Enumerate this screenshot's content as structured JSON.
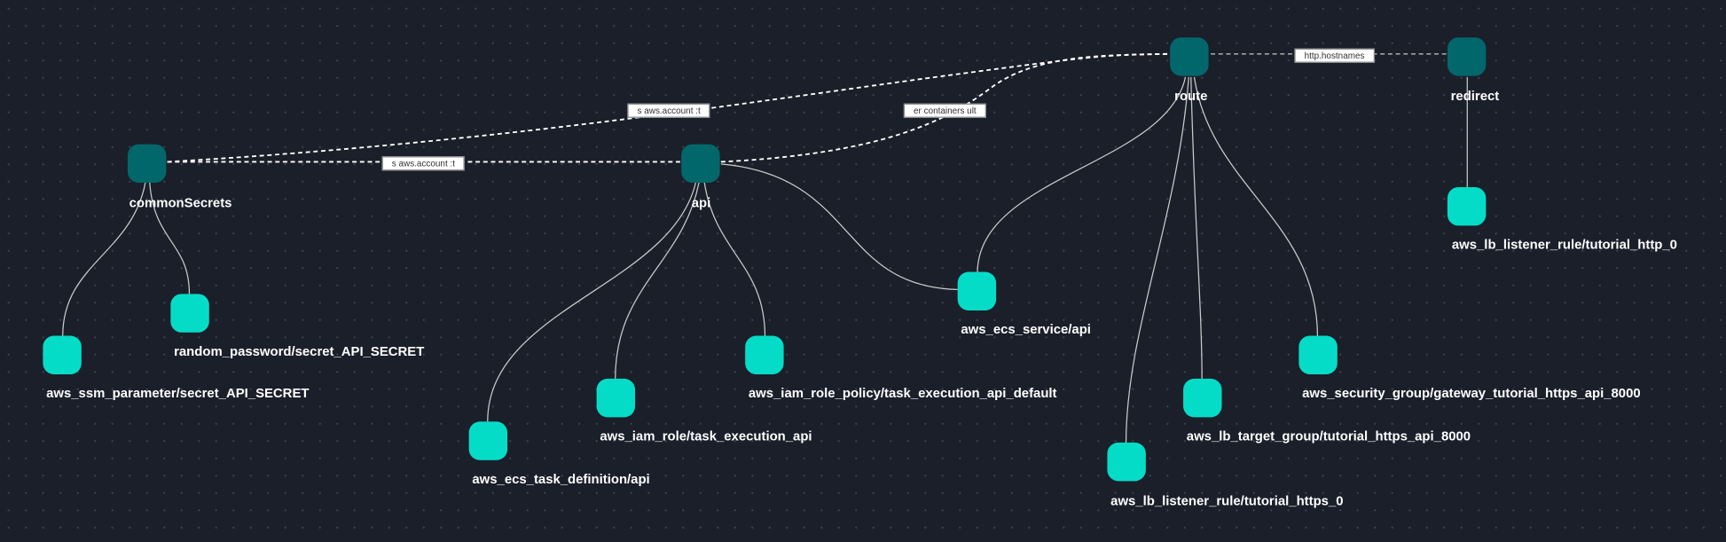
{
  "nodes": {
    "commonSecrets": "commonSecrets",
    "api": "api",
    "route": "route",
    "redirect": "redirect",
    "listener_http": "aws_lb_listener_rule/tutorial_http_0",
    "random_password": "random_password/secret_API_SECRET",
    "ssm_parameter": "aws_ssm_parameter/secret_API_SECRET",
    "task_definition": "aws_ecs_task_definition/api",
    "iam_role": "aws_iam_role/task_execution_api",
    "iam_role_policy": "aws_iam_role_policy/task_execution_api_default",
    "ecs_service": "aws_ecs_service/api",
    "listener_https": "aws_lb_listener_rule/tutorial_https_0",
    "target_group": "aws_lb_target_group/tutorial_https_api_8000",
    "security_group": "aws_security_group/gateway_tutorial_https_api_8000"
  },
  "edge_labels": {
    "secrets_to_route": "s  aws.account :t",
    "secrets_to_api": "s  aws.account :t",
    "api_to_route": "er  containers  ult",
    "route_to_redirect": "http.hostnames"
  },
  "colors": {
    "module": "#02676b",
    "resource": "#05dcc7",
    "background": "#1b1f2a"
  }
}
